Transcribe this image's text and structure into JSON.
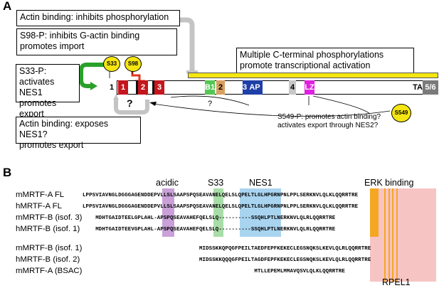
{
  "panel_a": {
    "label": "A",
    "notes": {
      "actin_inhibits": "Actin binding: inhibits phosphorylation",
      "s98p_line1": "S98-P: inhibits G-actin binding",
      "s98p_line2": "promotes import",
      "s33p_line1": "S33-P:",
      "s33p_line2": "activates NES1",
      "s33p_line3": "promotes export",
      "exposes_line1": "Actin binding: exposes NES1?",
      "exposes_line2": "promotes export",
      "cterm_line1": "Multiple C-terminal phosphorylations",
      "cterm_line2": "promote transcriptional activation",
      "s549_line1": "S549-P: promotes actin binding?",
      "s549_line2": "activates export through NES2?"
    },
    "circles": {
      "s33": "S33",
      "s98": "S98",
      "s549": "S549"
    },
    "domains": {
      "rpel1": "1",
      "rpel2": "1",
      "rpel3": "2",
      "rpel4": "3",
      "b1": "B1",
      "n2": "2",
      "n3": "3",
      "sap": "AP",
      "d4": "4",
      "lz": "LZ",
      "ta": "TA",
      "ta56": "5/6"
    },
    "question_marks": {
      "q1": "?",
      "q2": "?"
    },
    "colors": {
      "green": "#2ca02c",
      "red": "#d62728",
      "yellow": "#f5e612",
      "gray": "#bdbdbd",
      "sap_blue": "#1f3fa8",
      "lz_magenta": "#e020e0",
      "b1_green": "#53c653"
    }
  },
  "panel_b": {
    "label": "B",
    "headers": {
      "acidic": "acidic",
      "s33": "S33",
      "nes1": "NES1",
      "erk": "ERK binding",
      "rpel1": "RPEL1"
    },
    "rows": [
      {
        "name": "mMRTF-A FL",
        "seq": "LPPSVIAVNGLDGGGAGENDDEPVLLSLSAAPSPQSEAVANELQELSLQPELTLGLHPGRNPNLPPLSERKNVLQLKLQQRRTRE"
      },
      {
        "name": "hMRTF-A FL",
        "seq": "LPPSVIAVNGLDGGGAGENDDEPVLLSLSAAPSPQSEAVANELQELSLQPELTLGLHPGRNPNLPPLSERKNVLQLKLQQRRTRE"
      },
      {
        "name": "mMRTF-B (isof. 3)",
        "seq": "    MDHTGAIDTEELGPLAHL-APSPQSEAVAHEFQELSLQ----------SSQHLPTLNERKNVLQLRLQQRRTRE"
      },
      {
        "name": "hMRTF-B (isof. 1)",
        "seq": "    MDHTGAIDTEEVGPLAHL-APSPQSEAVAHEFQELSLQ----------SSQHLPTLNERKNVLQLRLQQRRTRE"
      },
      {
        "name": "mMRTF-B (isof. 1)",
        "seq": "                                    MIDSSKKQPQGFPEILTAEDFEPFKEKECLEGSNQKSLKEVLQLRLQQRRTRE"
      },
      {
        "name": "hMRTF-B (isof. 2)",
        "seq": "                                    MIDSSKKQQQGFPEILTAGDFEPFKEKECLEGSNQKSLKEVLQLRLQQRRTRE"
      },
      {
        "name": "mMRTF-A (BSAC)",
        "seq": "                                                     MTLLEPEMLMMAVQSVLQLKLQQRRTRE"
      }
    ],
    "colors": {
      "acidic": "#c9a0d8",
      "s33": "#a8dca8",
      "nes1": "#a8d4f0",
      "erk": "#f5a623",
      "rpel": "#f7c4c4"
    }
  }
}
